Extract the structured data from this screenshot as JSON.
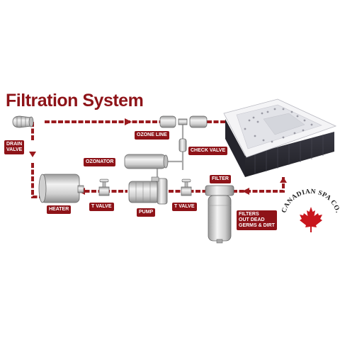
{
  "title": "Filtration System",
  "colors": {
    "accent": "#8e1318",
    "pipe": "#9a1a1e",
    "spa_shell": "#2c2c34"
  },
  "labels": {
    "drain_valve": [
      "DRAIN",
      "VALVE"
    ],
    "ozone_line": "OZONE LINE",
    "check_valve": "CHECK VALVE",
    "ozonator": "OZONATOR",
    "heater": "HEATER",
    "t_valve_left": "T VALVE",
    "pump": "PUMP",
    "t_valve_right": "T VALVE",
    "filter": "FILTER",
    "filter_note": [
      "FILTERS",
      "OUT DEAD",
      "GERMS & DIRT"
    ]
  },
  "logo": {
    "text": "CANADIAN SPA CO."
  }
}
